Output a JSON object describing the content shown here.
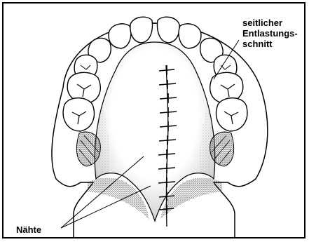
{
  "labels": {
    "lateral_incision": {
      "line1": "seitlicher",
      "line2": "Entlastungs-",
      "line3": "schnitt"
    },
    "sutures": "Nähte"
  },
  "colors": {
    "ink": "#000000",
    "tissue": "#ffffff",
    "shade": "#c8c8c8",
    "dark_shade": "#555555"
  }
}
